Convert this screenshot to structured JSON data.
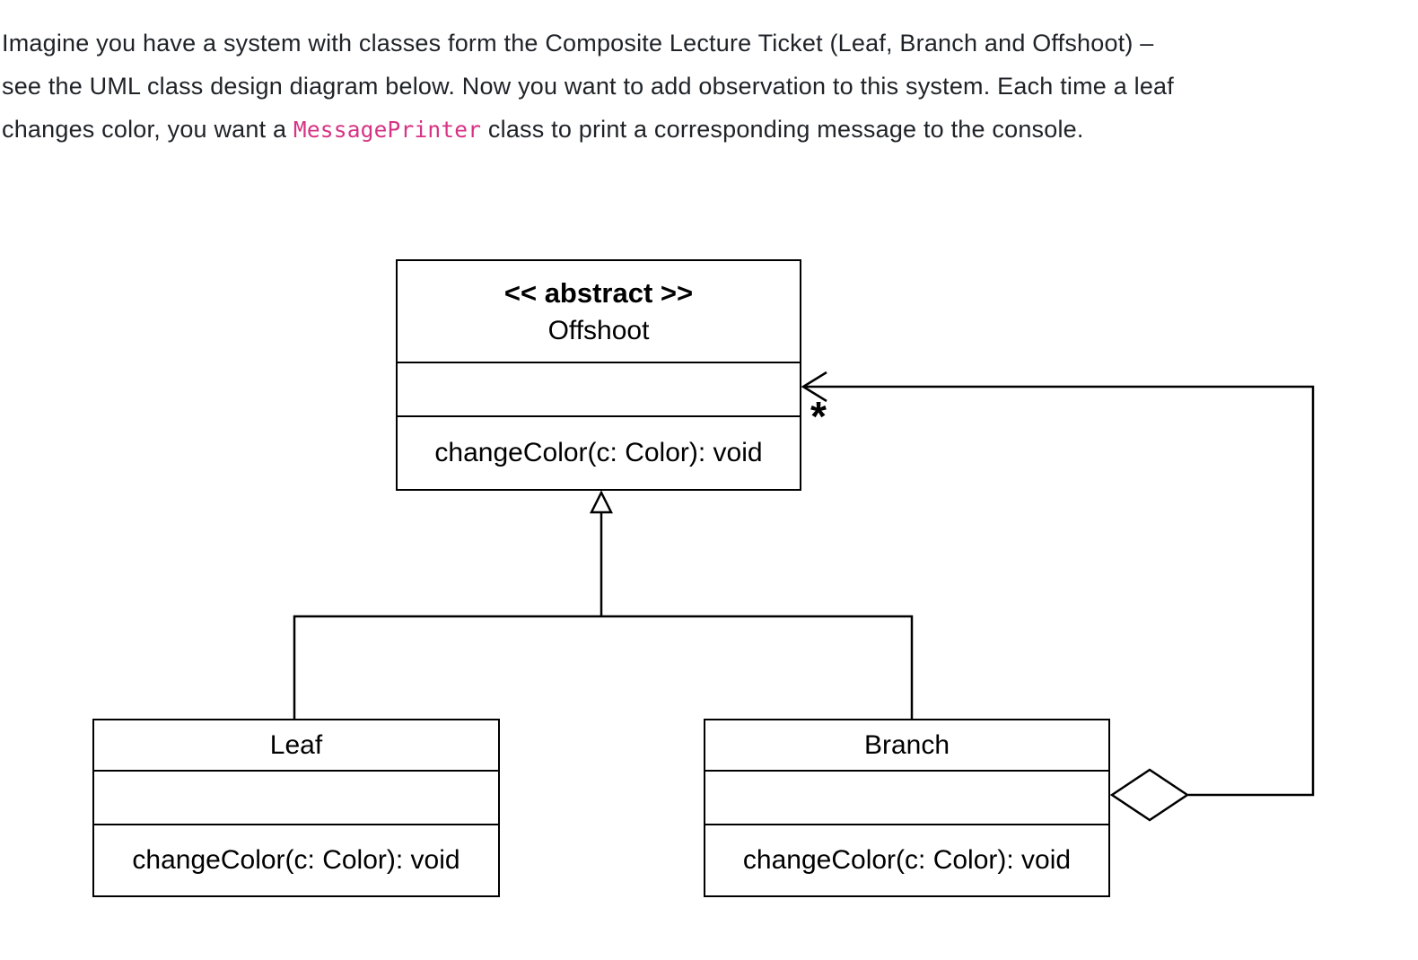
{
  "intro": {
    "lines": [
      "Imagine you have a system with classes form the Composite Lecture Ticket (Leaf, Branch and Offshoot) –",
      "see the UML class design diagram below. Now you want to add observation to this system. Each time a leaf"
    ],
    "line3_pre": "changes color, you want a ",
    "line3_code": "MessagePrinter",
    "line3_post": " class to print a corresponding message to the console.",
    "text_color": "#1f2328",
    "code_color": "#d63384"
  },
  "diagram": {
    "line_color": "#000000",
    "classes": [
      {
        "id": "offshoot",
        "stereotype": "<< abstract >>",
        "name": "Offshoot",
        "attributes": "",
        "operations": "changeColor(c: Color): void"
      },
      {
        "id": "leaf",
        "name": "Leaf",
        "attributes": "",
        "operations": "changeColor(c: Color): void"
      },
      {
        "id": "branch",
        "name": "Branch",
        "attributes": "",
        "operations": "changeColor(c: Color): void"
      }
    ],
    "association": {
      "multiplicity": "*",
      "type": "aggregation",
      "from": "Branch",
      "to": "Offshoot"
    },
    "inheritance": {
      "parent": "Offshoot",
      "children": [
        "Leaf",
        "Branch"
      ]
    }
  }
}
